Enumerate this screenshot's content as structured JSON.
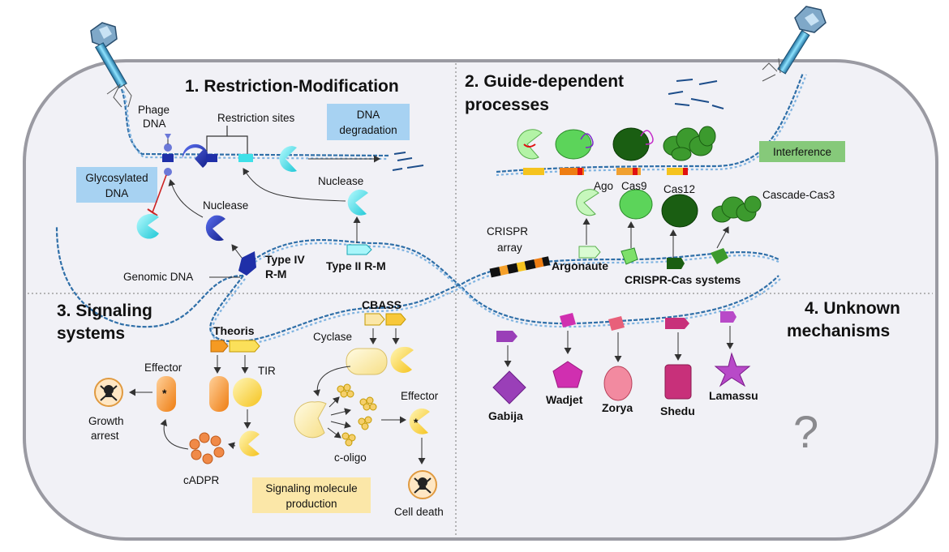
{
  "sections": {
    "s1_title": "1. Restriction-Modification",
    "s2_title_line1": "2. Guide-dependent",
    "s2_title_line2": "processes",
    "s3_title_line1": "3. Signaling",
    "s3_title_line2": "systems",
    "s4_title_line1": "4. Unknown",
    "s4_title_line2": "mechanisms"
  },
  "rm": {
    "phage_dna_line1": "Phage",
    "phage_dna_line2": "DNA",
    "restriction_sites": "Restriction sites",
    "dna_degradation_line1": "DNA",
    "dna_degradation_line2": "degradation",
    "glycosylated_line1": "Glycosylated",
    "glycosylated_line2": "DNA",
    "nuclease_a": "Nuclease",
    "nuclease_b": "Nuclease",
    "genomic_dna": "Genomic DNA",
    "type_iv_line1": "Type IV",
    "type_iv_line2": "R-M",
    "type_ii": "Type II R-M"
  },
  "guide": {
    "interference": "Interference",
    "ago": "Ago",
    "cas9": "Cas9",
    "cas12": "Cas12",
    "cascade": "Cascade-Cas3",
    "crispr_array_line1": "CRISPR",
    "crispr_array_line2": "array",
    "argonaute": "Argonaute",
    "crispr_cas": "CRISPR-Cas systems"
  },
  "signaling": {
    "theoris": "Theoris",
    "cbass": "CBASS",
    "cyclase": "Cyclase",
    "effector_a": "Effector",
    "tir": "TIR",
    "growth_line1": "Growth",
    "growth_line2": "arrest",
    "cadpr": "cADPR",
    "c_oligo": "c-oligo",
    "effector_b": "Effector",
    "cell_death": "Cell death",
    "smp_line1": "Signaling molecule",
    "smp_line2": "production",
    "asterisk": "*"
  },
  "unknown": {
    "gabija": "Gabija",
    "wadjet": "Wadjet",
    "zorya": "Zorya",
    "shedu": "Shedu",
    "lamassu": "Lamassu",
    "question": "?"
  },
  "colors": {
    "cell_fill": "#f1f1f6",
    "dna": "#2f6fa8",
    "rm_dark": "#1f2fa8",
    "rm_cyan": "#3ee0e8",
    "box_blue": "#a7d2f2",
    "box_green": "#86c97a",
    "box_yellow": "#fbe7a8",
    "crispr_dark": "#1a5e12",
    "crispr_light": "#66d05c",
    "orange": "#f59a22",
    "yellow": "#f8d23a",
    "purple": "#9a3fb8",
    "magenta": "#d02fb0",
    "pink": "#e8607a"
  }
}
